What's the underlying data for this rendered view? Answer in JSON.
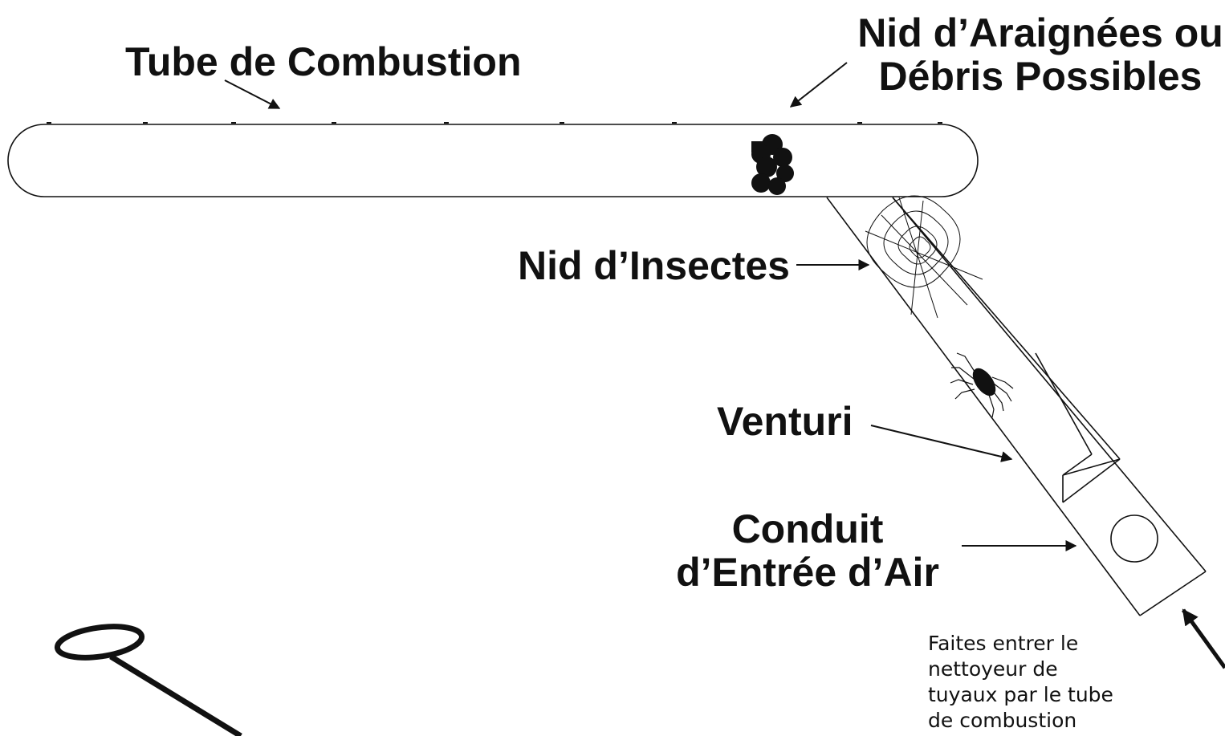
{
  "labels": {
    "combustion_tube": "Tube de Combustion",
    "spider_nest_line1": "Nid d’Araignées ou",
    "spider_nest_line2": "Débris Possibles",
    "insect_nest": "Nid d’Insectes",
    "venturi": "Venturi",
    "air_inlet_line1": "Conduit",
    "air_inlet_line2": "d’Entrée d’Air"
  },
  "instruction": {
    "line1": "Faites entrer le",
    "line2": "nettoyeur de",
    "line3": "tuyaux par le tube",
    "line4": "de combustion"
  },
  "icons": {
    "debris": "debris-cluster-icon",
    "web": "spider-web-icon",
    "spider": "spider-icon",
    "cleaner": "pipe-cleaner-icon"
  },
  "colors": {
    "ink": "#111111",
    "background": "#ffffff"
  }
}
